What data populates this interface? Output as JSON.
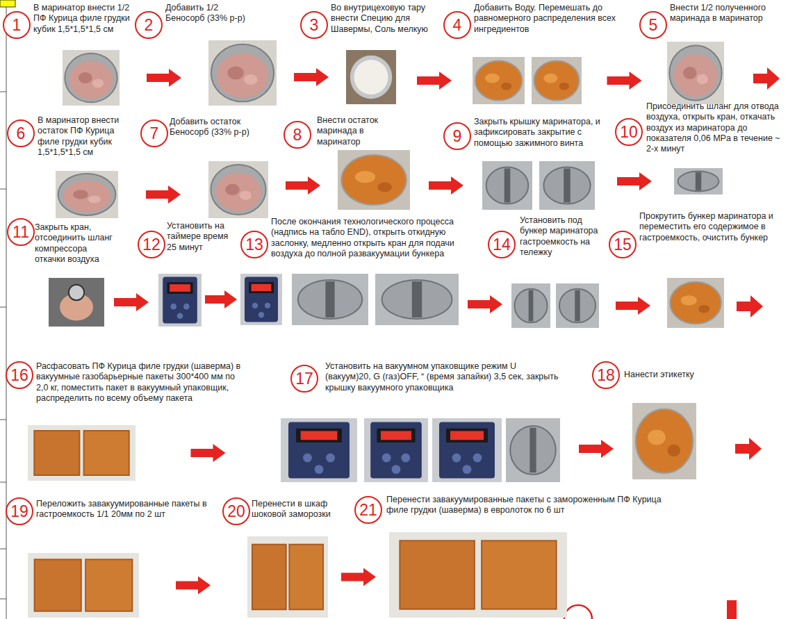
{
  "diagram": {
    "nodes": [
      {
        "text": [
          "1",
          "В маринатор внести 1/2 ПФ Курица филе грудки кубик 1,5*1,5*1,5 см"
        ]
      },
      {
        "text": [
          "2",
          "Добавить 1/2 Беносорб (33% р-р)"
        ]
      },
      {
        "text": [
          "3",
          "Во внутрицеховую тару внести Специю для Шавермы, Соль мелкую"
        ]
      },
      {
        "text": [
          "4",
          "Добавить Воду. Перемешать до равномерного распределения всех ингредиентов"
        ]
      },
      {
        "text": [
          "5",
          "Внести 1/2 полученного маринада в маринатор"
        ]
      },
      {
        "text": [
          "6",
          "В маринатор внести остаток ПФ Курица филе грудки кубик 1,5*1,5*1,5 см"
        ]
      },
      {
        "text": [
          "7",
          "Добавить остаток Беносорб (33% р-р)"
        ]
      },
      {
        "text": [
          "8",
          "Внести остаток маринада в маринатор"
        ]
      },
      {
        "text": [
          "9",
          "Закрыть крышку маринатора, и зафиксировать закрытие с помощью зажимного винта"
        ]
      },
      {
        "text": [
          "10",
          "Присоединить шланг для отвода воздуха, открыть кран, откачать воздух из маринатора до показателя 0,06 MPa в течение ~ 2-х минут"
        ]
      },
      {
        "text": [
          "11",
          "Закрыть кран, отсоединить шланг компрессора откачки воздуха"
        ]
      },
      {
        "text": [
          "12",
          "Установить на таймере время 25 минут"
        ]
      },
      {
        "text": [
          "13",
          "После окончания технологического процесса (надпись на табло END), открыть откидную заслонку, медленно открыть кран для подачи воздуха до полной развакуумации бункера"
        ]
      },
      {
        "text": [
          "14",
          "Установить под бункер маринатора гастроемкость на тележку"
        ]
      },
      {
        "text": [
          "15",
          "Прокрутить бункер маринатора и переместить его содержимое в гастроемкость, очистить бункер"
        ]
      },
      {
        "text": [
          "16",
          "Расфасовать ПФ Курица филе грудки (шаверма) в вакуумные газобарьерные пакеты 300*400 мм по 2,0 кг, поместить пакет в вакуумный упаковщик, распределить по всему объему пакета"
        ]
      },
      {
        "text": [
          "17",
          "Установить на вакуумном упаковщике режим U (вакуум)20, G (газ)OFF, “ (время запайки) 3,5 сек, закрыть крышку вакуумного упаковщика"
        ]
      },
      {
        "text": [
          "18",
          "Нанести этикетку"
        ]
      },
      {
        "text": [
          "19",
          "Переложить завакуумированные пакеты в гастроемкость 1/1 20мм по 2 шт"
        ]
      },
      {
        "text": [
          "20",
          "Перенести в шкаф шоковой заморозки"
        ]
      },
      {
        "text": [
          "21",
          "Перенести завакуумированные пакеты с замороженным ПФ Курица филе грудки (шаверма) в евролоток по 6 шт"
        ]
      }
    ],
    "edges": [
      {
        "from": 0,
        "to": 1,
        "arrow": "to"
      },
      {
        "from": 1,
        "to": 2,
        "arrow": "to"
      },
      {
        "from": 2,
        "to": 3,
        "arrow": "to"
      },
      {
        "from": 3,
        "to": 4,
        "arrow": "to"
      },
      {
        "from": 5,
        "to": 6,
        "arrow": "to"
      },
      {
        "from": 6,
        "to": 7,
        "arrow": "to"
      },
      {
        "from": 7,
        "to": 8,
        "arrow": "to"
      },
      {
        "from": 8,
        "to": 9,
        "arrow": "to"
      },
      {
        "from": 10,
        "to": 11,
        "arrow": "to"
      },
      {
        "from": 11,
        "to": 12,
        "arrow": "to"
      },
      {
        "from": 12,
        "to": 13,
        "arrow": "to"
      },
      {
        "from": 13,
        "to": 14,
        "arrow": "to"
      },
      {
        "from": 15,
        "to": 16,
        "arrow": "to"
      },
      {
        "from": 16,
        "to": 17,
        "arrow": "to"
      },
      {
        "from": 18,
        "to": 19,
        "arrow": "to"
      },
      {
        "from": 19,
        "to": 20,
        "arrow": "to"
      }
    ]
  }
}
